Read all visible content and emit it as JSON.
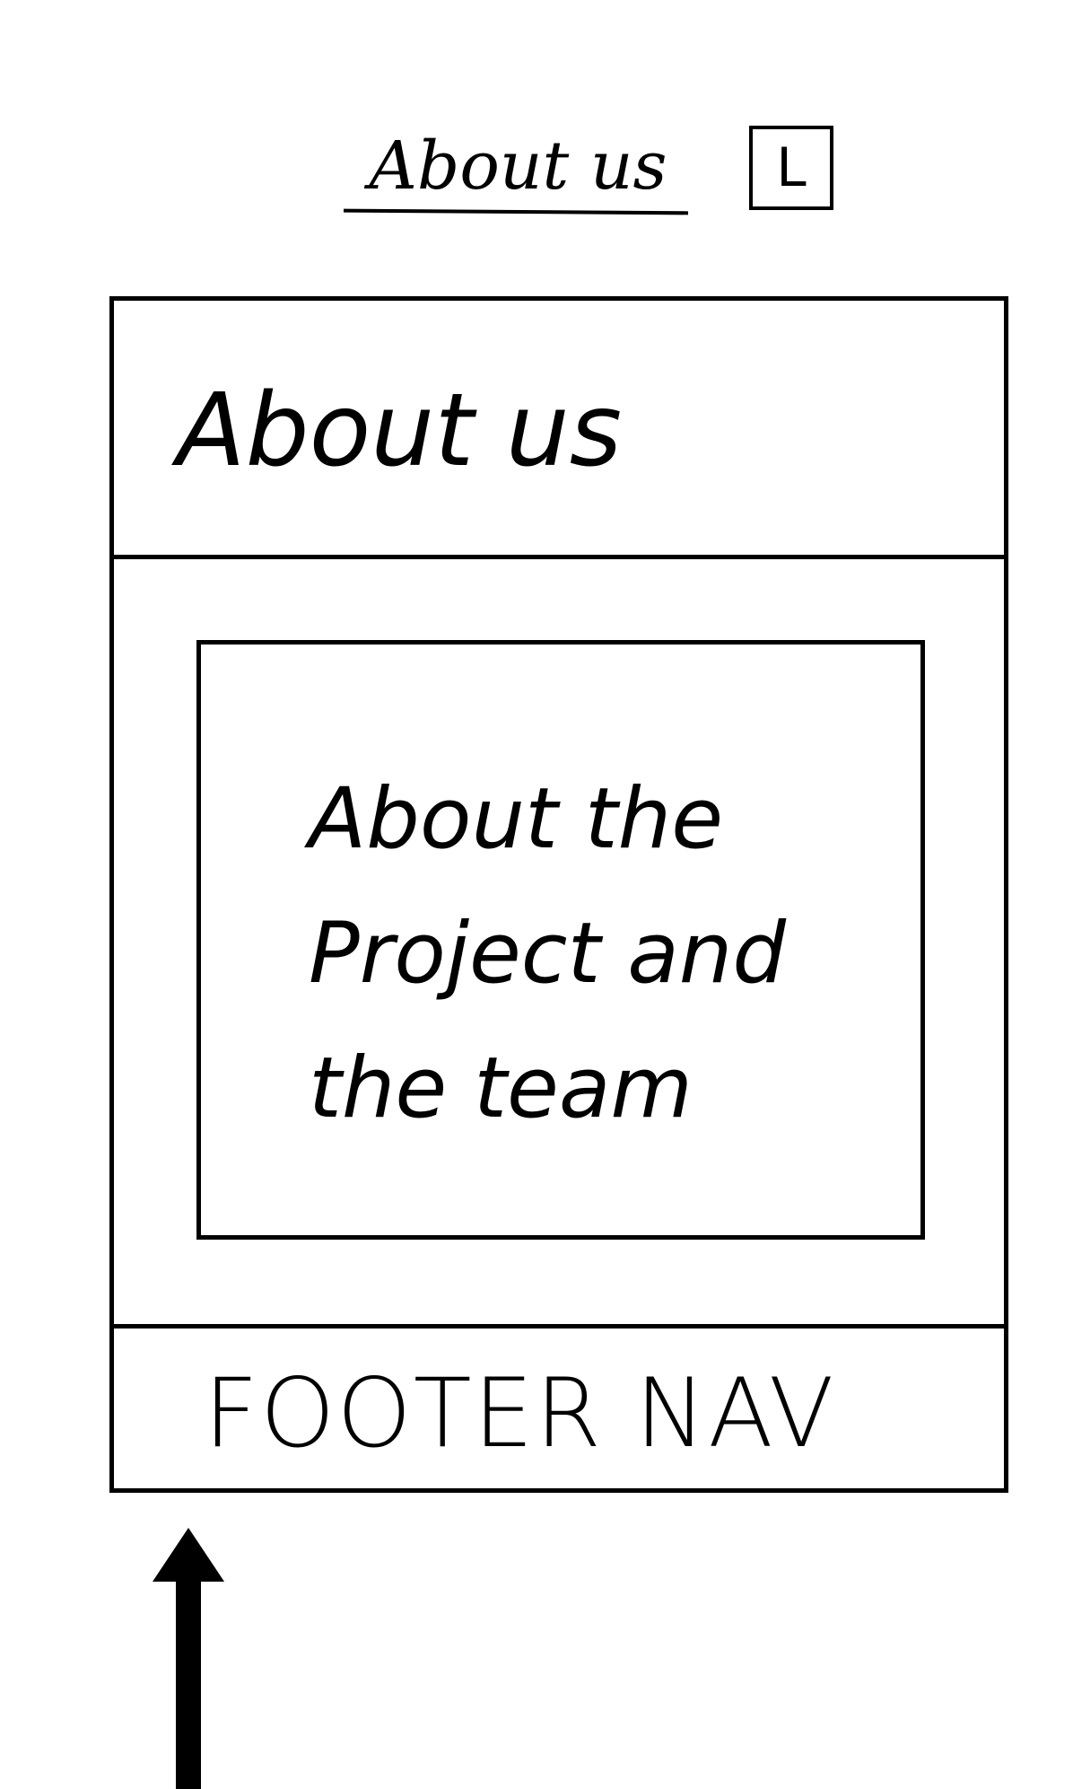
{
  "page_title": "About us",
  "language_toggle": "L",
  "header": {
    "label": "About us"
  },
  "content": {
    "text": "About the\nProject and\nthe team"
  },
  "footer": {
    "label": "FOOTER NAV"
  },
  "arrow_icon": "arrow-up-icon"
}
